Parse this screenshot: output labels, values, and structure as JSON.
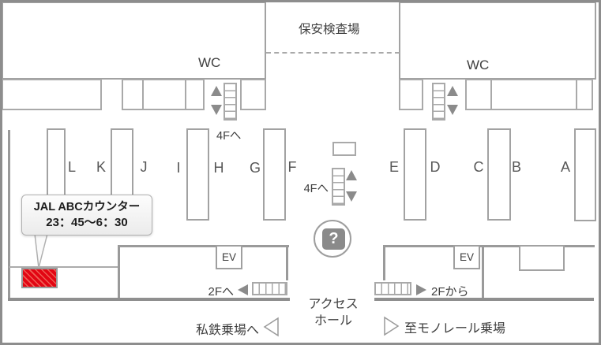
{
  "header": {
    "security": "保安検査場"
  },
  "restrooms": {
    "left": "WC",
    "right": "WC"
  },
  "escalators": {
    "left_label": "4Fへ",
    "center_label": "4Fへ"
  },
  "counters": {
    "left": [
      "L",
      "K",
      "J",
      "I",
      "H",
      "G",
      "F"
    ],
    "right": [
      "E",
      "D",
      "C",
      "B",
      "A"
    ]
  },
  "jal_abc": {
    "title": "JAL ABCカウンター",
    "hours": "23：45～6：30"
  },
  "elevators": {
    "left": "EV",
    "right": "EV"
  },
  "stairs": {
    "to_2f": "2Fへ",
    "from_2f": "2Fから"
  },
  "access_hall": {
    "line1": "アクセス",
    "line2": "ホール"
  },
  "exits": {
    "private_rail": "私鉄乗場へ",
    "monorail": "至モノレール乗場"
  },
  "info": {
    "glyph": "?"
  },
  "colors": {
    "counter_red": "#e20613",
    "wall_gray": "#a5a5a5",
    "outer_gray": "#8d8d8d"
  }
}
